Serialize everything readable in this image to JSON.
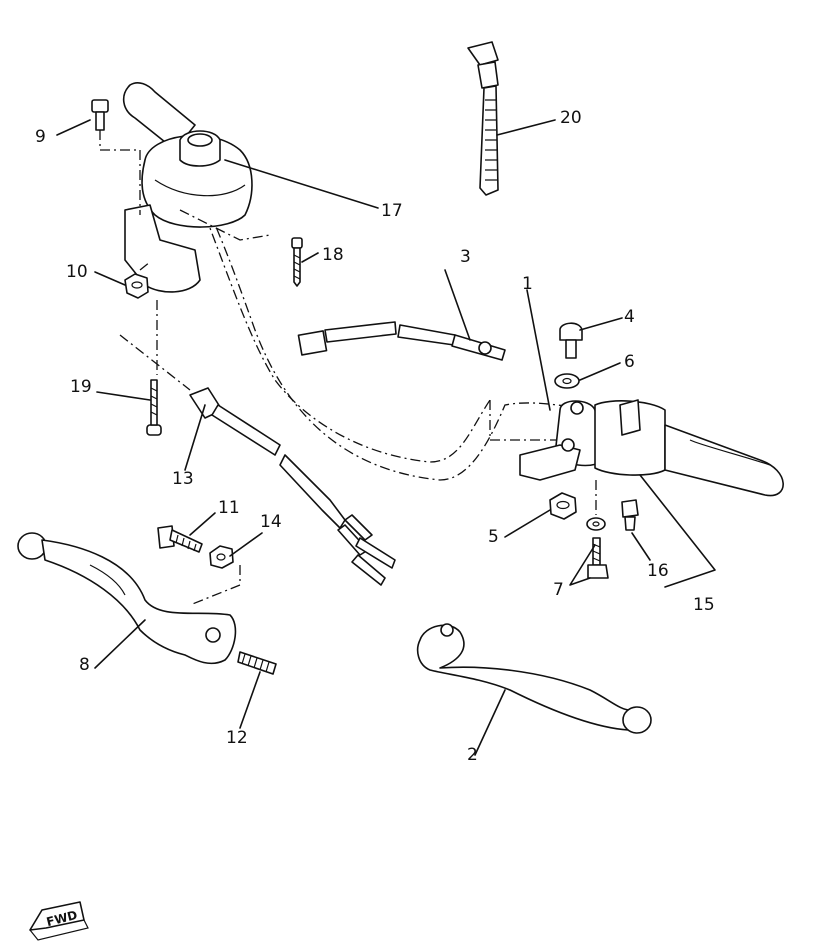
{
  "callouts": [
    {
      "id": "1",
      "label": "1"
    },
    {
      "id": "2",
      "label": "2"
    },
    {
      "id": "3",
      "label": "3"
    },
    {
      "id": "4",
      "label": "4"
    },
    {
      "id": "5",
      "label": "5"
    },
    {
      "id": "6",
      "label": "6"
    },
    {
      "id": "7",
      "label": "7"
    },
    {
      "id": "8",
      "label": "8"
    },
    {
      "id": "9",
      "label": "9"
    },
    {
      "id": "10",
      "label": "10"
    },
    {
      "id": "11",
      "label": "11"
    },
    {
      "id": "12",
      "label": "12"
    },
    {
      "id": "13",
      "label": "13"
    },
    {
      "id": "14",
      "label": "14"
    },
    {
      "id": "15",
      "label": "15"
    },
    {
      "id": "16",
      "label": "16"
    },
    {
      "id": "17",
      "label": "17"
    },
    {
      "id": "18",
      "label": "18"
    },
    {
      "id": "19",
      "label": "19"
    },
    {
      "id": "20",
      "label": "20"
    }
  ],
  "fwd_label": "FWD"
}
